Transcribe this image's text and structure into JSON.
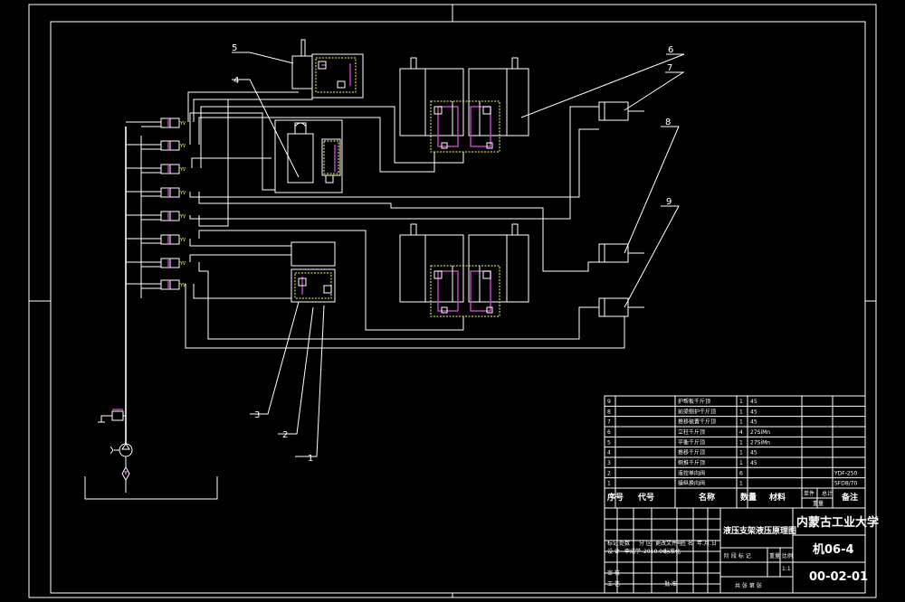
{
  "callouts": [
    "1",
    "2",
    "3",
    "4",
    "5",
    "6",
    "7",
    "8",
    "9"
  ],
  "valve_tag": "YV",
  "title_block": {
    "parts_rows": [
      {
        "no": "9",
        "name": "护帮板千斤顶",
        "qty": "1",
        "mat": "45",
        "note": ""
      },
      {
        "no": "8",
        "name": "前梁侧护千斤顶",
        "qty": "1",
        "mat": "45",
        "note": ""
      },
      {
        "no": "7",
        "name": "推移装置千斤顶",
        "qty": "1",
        "mat": "45",
        "note": ""
      },
      {
        "no": "6",
        "name": "立柱千斤顶",
        "qty": "4",
        "mat": "27SiMn",
        "note": ""
      },
      {
        "no": "5",
        "name": "平衡千斤顶",
        "qty": "1",
        "mat": "27SiMn",
        "note": ""
      },
      {
        "no": "4",
        "name": "推移千斤顶",
        "qty": "1",
        "mat": "45",
        "note": ""
      },
      {
        "no": "3",
        "name": "侧推千斤顶",
        "qty": "1",
        "mat": "45",
        "note": ""
      },
      {
        "no": "2",
        "name": "液控单向阀",
        "qty": "6",
        "mat": "",
        "note": "YDF-250"
      },
      {
        "no": "1",
        "name": "操纵换向阀",
        "qty": "1",
        "mat": "",
        "note": "SFD8/70"
      }
    ],
    "header": {
      "no": "序号",
      "code": "代号",
      "name": "名称",
      "qty": "数量",
      "mat": "材料",
      "unit": "单件",
      "total": "总计",
      "weight": "重量",
      "note": "备注"
    },
    "drawing_title": "液压支架液压原理图",
    "school": "内蒙古工业大学",
    "class_code": "机06-4",
    "drawing_no": "00-02-01",
    "ratio_value": "1:1",
    "small_labels": {
      "mark": "标记",
      "count": "处数",
      "zone": "分 区",
      "change_doc": "更改文件号",
      "sign": "签 名",
      "date": "年.月.日",
      "design": "设 计",
      "stdz": "标准化",
      "stage_mark": "阶 段 标 记",
      "weight": "重量",
      "ratio": "比例",
      "review": "审 核",
      "process": "工 艺",
      "approve": "批 准",
      "sheets": "共 张  第 张",
      "designer": "李成学",
      "design_date": "2010.06"
    }
  }
}
